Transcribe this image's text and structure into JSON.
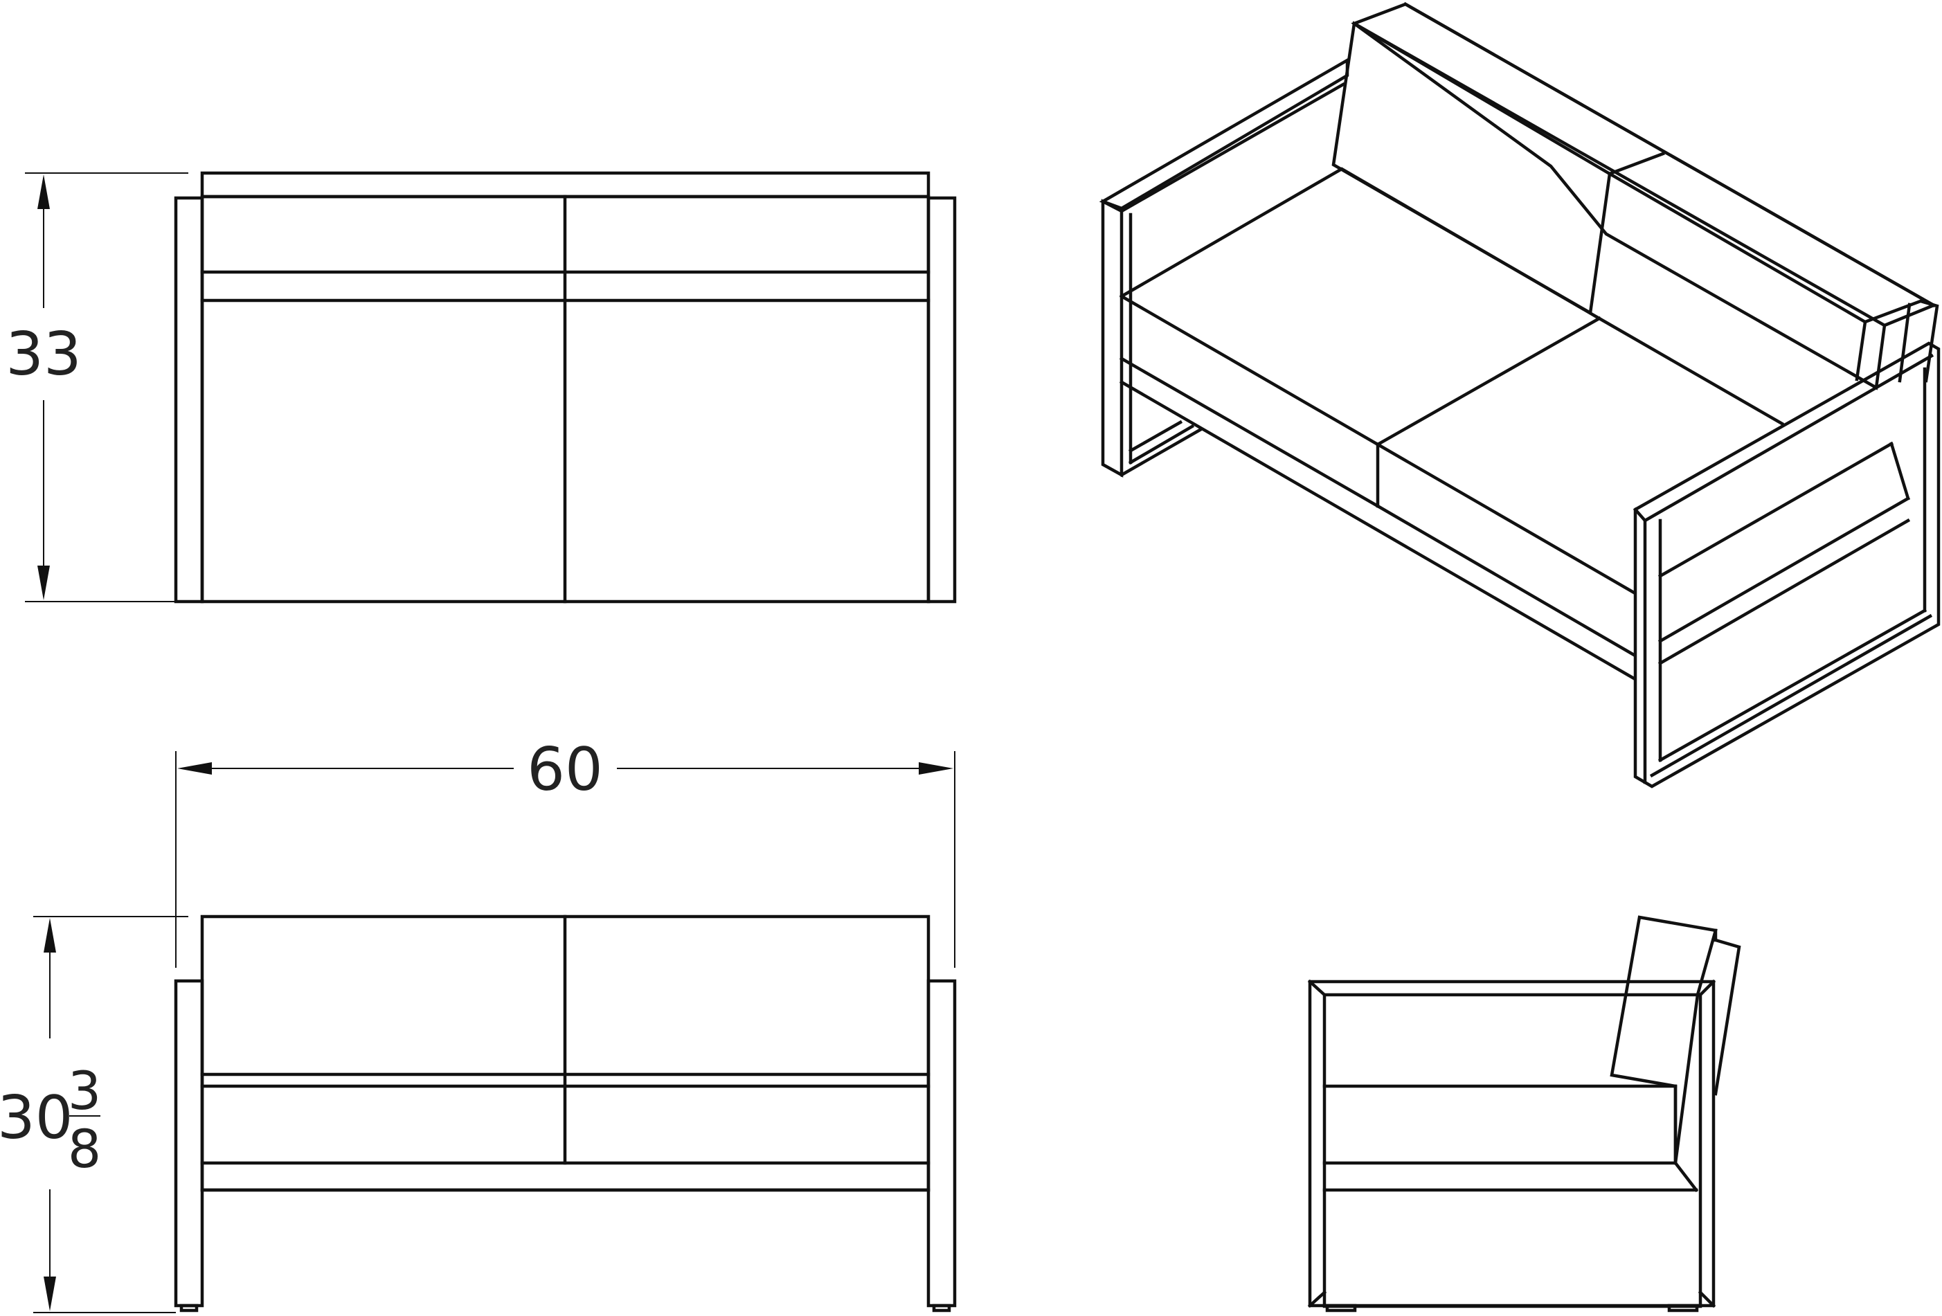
{
  "dimensions": {
    "height_back": "33",
    "width": "60",
    "height_front_whole": "30",
    "height_front_frac_num": "3",
    "height_front_frac_den": "8"
  },
  "views": [
    "back-elevation",
    "front-elevation",
    "isometric",
    "side-elevation"
  ]
}
